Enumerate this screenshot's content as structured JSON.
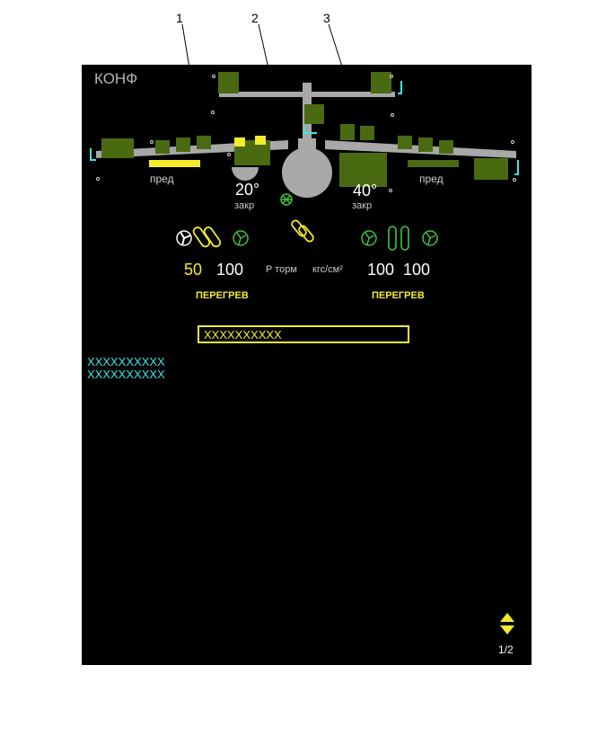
{
  "callouts": [
    "1",
    "2",
    "3"
  ],
  "screen": {
    "title": "КОНФ",
    "left_slat_label": "пред",
    "right_slat_label": "пред",
    "left_flap_angle": "20°",
    "right_flap_angle": "40°",
    "left_door_state": "закр",
    "right_door_state": "закр",
    "brake_left_1": "50",
    "brake_left_2": "100",
    "brake_label": "P торм",
    "brake_unit": "кгс/см²",
    "brake_right_1": "100",
    "brake_right_2": "100",
    "left_overheat": "ПЕРЕГРЕВ",
    "right_overheat": "ПЕРЕГРЕВ",
    "message_box": "XXXXXXXXXX",
    "advisory_1": "XXXXXXXXXX",
    "advisory_2": "XXXXXXXXXX",
    "page_indicator": "1/2"
  },
  "colors": {
    "background": "#000000",
    "surface_green": "#4a6a12",
    "wing_grey": "#a8a8a8",
    "caution_yellow": "#f4ec2a",
    "cyan": "#39e6e6",
    "active_green": "#3ec53e"
  },
  "icons": [
    "fan-icon",
    "brake-temp-icon",
    "up-down-arrows-icon"
  ]
}
